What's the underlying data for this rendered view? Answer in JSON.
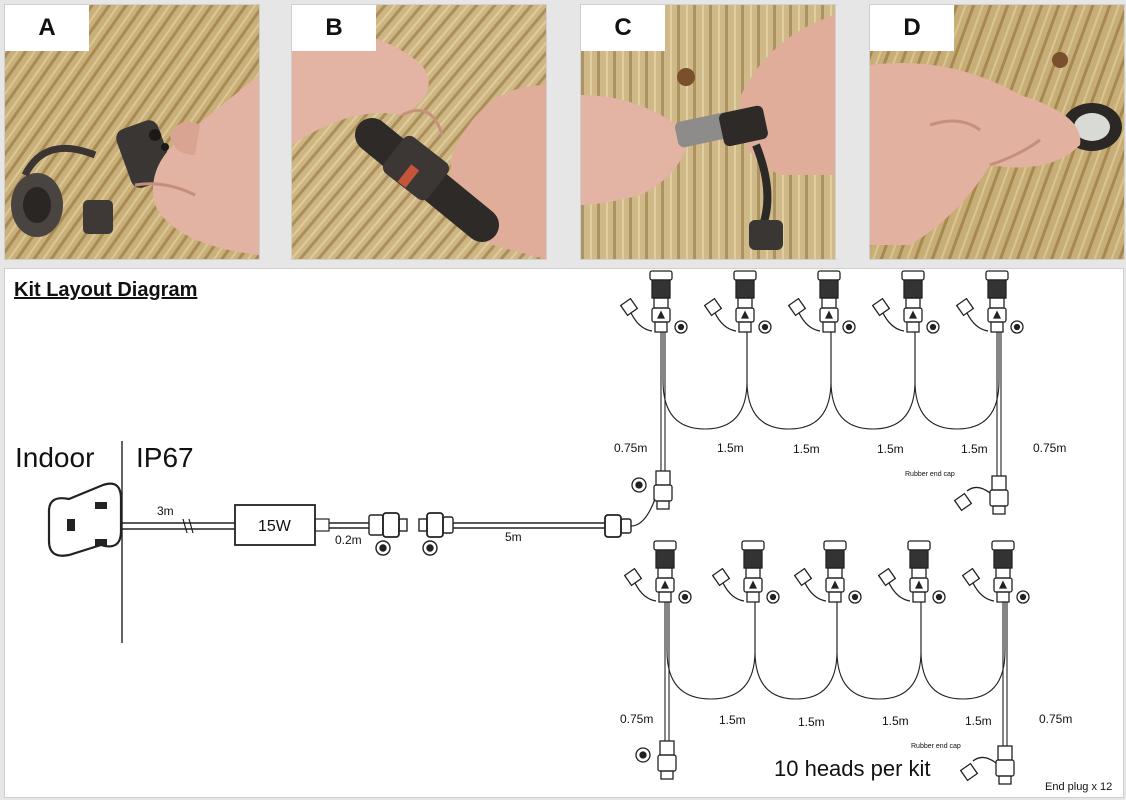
{
  "steps": [
    {
      "label": "A"
    },
    {
      "label": "B"
    },
    {
      "label": "C"
    },
    {
      "label": "D"
    }
  ],
  "diagram": {
    "title": "Kit Layout Diagram",
    "zone_indoor": "Indoor",
    "zone_outdoor": "IP67",
    "transformer_label": "15W",
    "cable_plug": "3m",
    "cable_transformer": "0.2m",
    "cable_main": "5m",
    "upper_run": {
      "lead_left": "0.75m",
      "segments": [
        "1.5m",
        "1.5m",
        "1.5m",
        "1.5m"
      ],
      "lead_right": "0.75m",
      "end_cap": "Rubber end cap"
    },
    "lower_run": {
      "lead_left": "0.75m",
      "segments": [
        "1.5m",
        "1.5m",
        "1.5m",
        "1.5m"
      ],
      "lead_right": "0.75m",
      "end_cap": "Rubber end cap"
    },
    "heads_note": "10 heads per kit",
    "end_plug_note": "End plug x 12"
  }
}
